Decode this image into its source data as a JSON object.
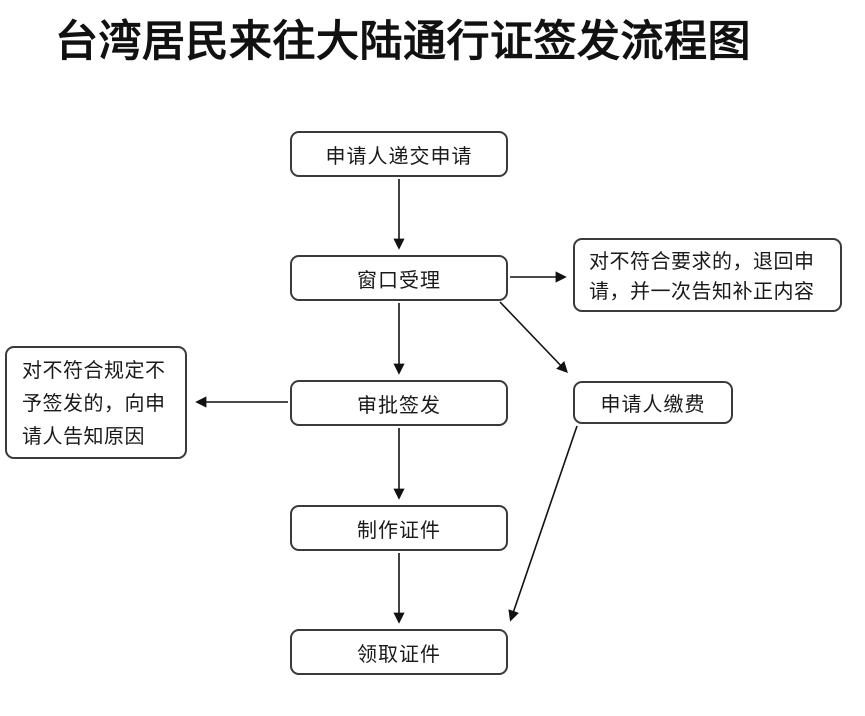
{
  "title": "台湾居民来往大陆通行证签发流程图",
  "flowchart": {
    "nodes": {
      "submit": {
        "label": "申请人递交申请"
      },
      "window": {
        "label": "窗口受理"
      },
      "approve": {
        "label": "审批签发"
      },
      "produce": {
        "label": "制作证件"
      },
      "collect": {
        "label": "领取证件"
      },
      "pay": {
        "label": "申请人缴费"
      },
      "reject_return": {
        "label": "对不符合要求的，退回申请，并一次告知补正内容",
        "lines": [
          "对不符合要求的，退回申",
          "请，并一次告知补正内容"
        ]
      },
      "reject_notify": {
        "label": "对不符合规定不予签发的，向申请人告知原因",
        "lines": [
          "对不符合规定不",
          "予签发的，向申",
          "请人告知原因"
        ]
      }
    },
    "edges": [
      {
        "from": "申请人递交申请",
        "to": "窗口受理"
      },
      {
        "from": "窗口受理",
        "to": "对不符合要求的，退回申请，并一次告知补正内容"
      },
      {
        "from": "窗口受理",
        "to": "审批签发"
      },
      {
        "from": "窗口受理",
        "to": "申请人缴费"
      },
      {
        "from": "审批签发",
        "to": "对不符合规定不予签发的，向申请人告知原因"
      },
      {
        "from": "审批签发",
        "to": "制作证件"
      },
      {
        "from": "制作证件",
        "to": "领取证件"
      },
      {
        "from": "申请人缴费",
        "to": "领取证件"
      }
    ],
    "colors": {
      "background": "#ffffff",
      "border": "#3a3a3a",
      "arrow": "#111111",
      "text": "#1a1a1a"
    }
  }
}
